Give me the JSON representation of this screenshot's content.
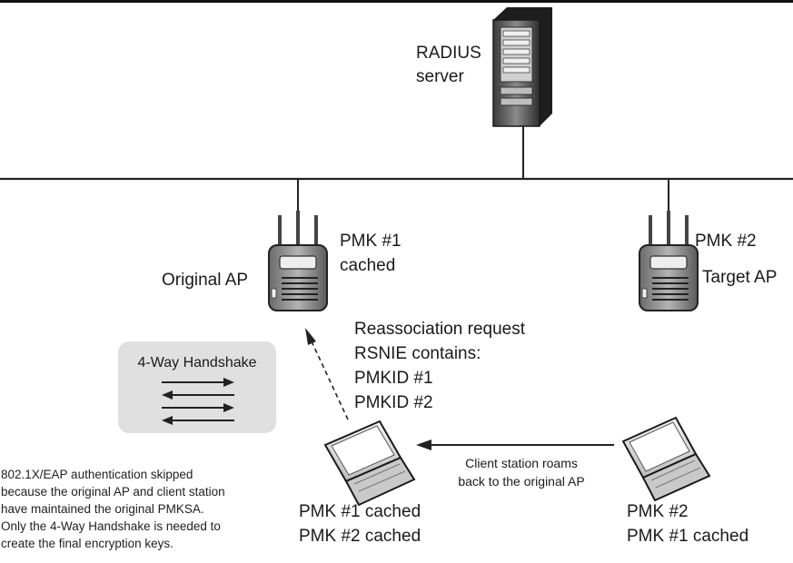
{
  "server": {
    "label_line1": "RADIUS",
    "label_line2": "server"
  },
  "original_ap": {
    "name": "Original AP",
    "pmk_line1": "PMK #1",
    "pmk_line2": "cached"
  },
  "target_ap": {
    "name": "Target AP",
    "pmk": "PMK #2"
  },
  "reassociation": {
    "line1": "Reassociation request",
    "line2": "RSNIE contains:",
    "line3": "PMKID #1",
    "line4": "PMKID #2"
  },
  "handshake": {
    "title": "4-Way Handshake"
  },
  "roam": {
    "line1": "Client station roams",
    "line2": "back to the original AP"
  },
  "client_current": {
    "line1": "PMK #1 cached",
    "line2": "PMK #2 cached"
  },
  "client_previous": {
    "line1": "PMK #2",
    "line2": "PMK #1 cached"
  },
  "note": {
    "line1": "802.1X/EAP authentication skipped",
    "line2": "because the original AP and client station",
    "line3": "have maintained the original PMKSA.",
    "line4": "Only the 4-Way Handshake is needed to",
    "line5": "create the final encryption keys."
  }
}
